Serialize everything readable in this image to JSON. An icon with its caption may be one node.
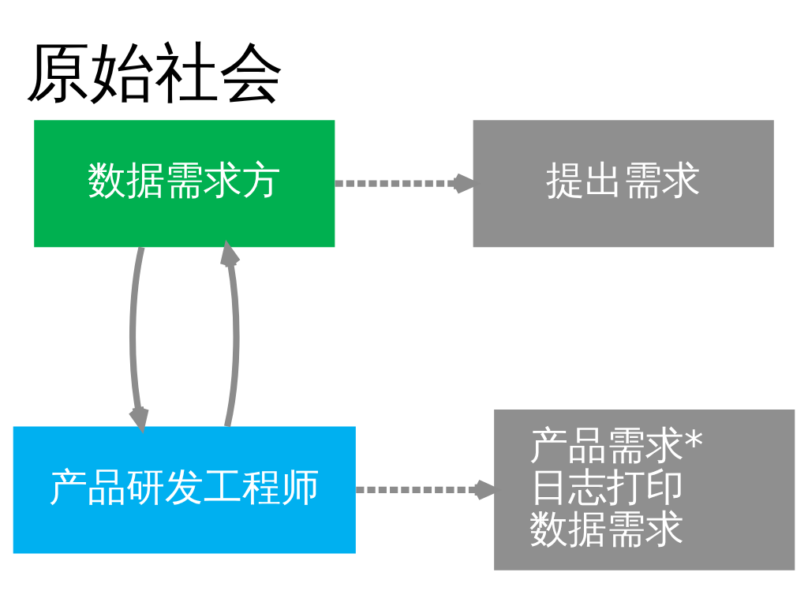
{
  "diagram": {
    "title": "原始社会",
    "nodes": [
      {
        "text": [
          "数据需求方"
        ]
      },
      {
        "text": [
          "提出需求"
        ]
      },
      {
        "text": [
          "产品研发工程师"
        ]
      },
      {
        "text": [
          "产品需求*",
          "日志打印",
          "数据需求"
        ]
      }
    ],
    "edges": [
      {
        "from": 0,
        "to": 1,
        "arrow": "to",
        "style": "dashed"
      },
      {
        "from": 0,
        "to": 2,
        "arrow": "to"
      },
      {
        "from": 2,
        "to": 0,
        "arrow": "to"
      },
      {
        "from": 2,
        "to": 3,
        "arrow": "to",
        "style": "dashed"
      }
    ]
  }
}
